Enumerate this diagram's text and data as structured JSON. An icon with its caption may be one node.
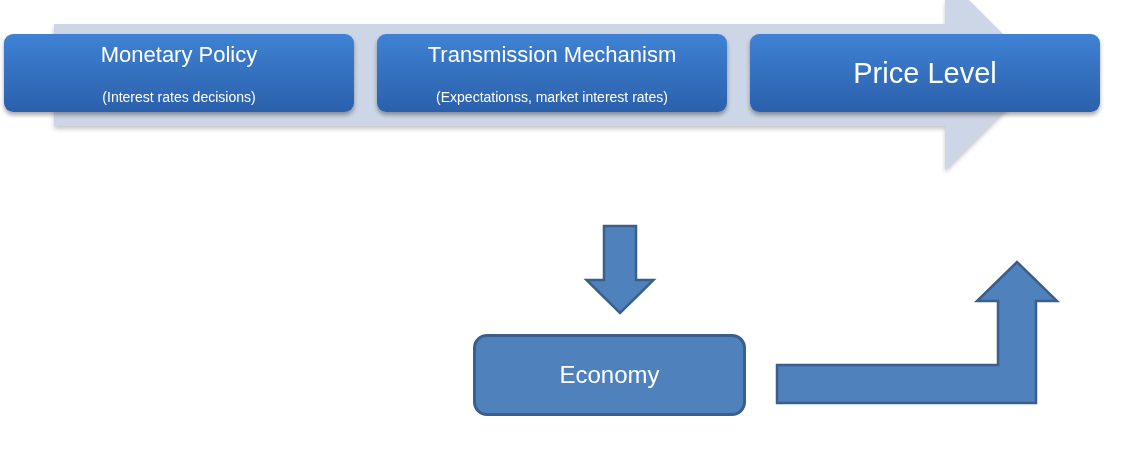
{
  "diagram": {
    "nodes": [
      {
        "text": [
          "Monetary Policy",
          "(Interest rates decisions)"
        ]
      },
      {
        "text": [
          "Transmission Mechanism",
          "(Expectationss, market interest rates)"
        ]
      },
      {
        "text": [
          "Price Level"
        ]
      },
      {
        "text": [
          "Economy"
        ]
      }
    ],
    "edges": [
      {
        "from": null,
        "to": 3,
        "arrow": "to"
      },
      {
        "from": 3,
        "to": null,
        "arrow": "to"
      }
    ]
  }
}
